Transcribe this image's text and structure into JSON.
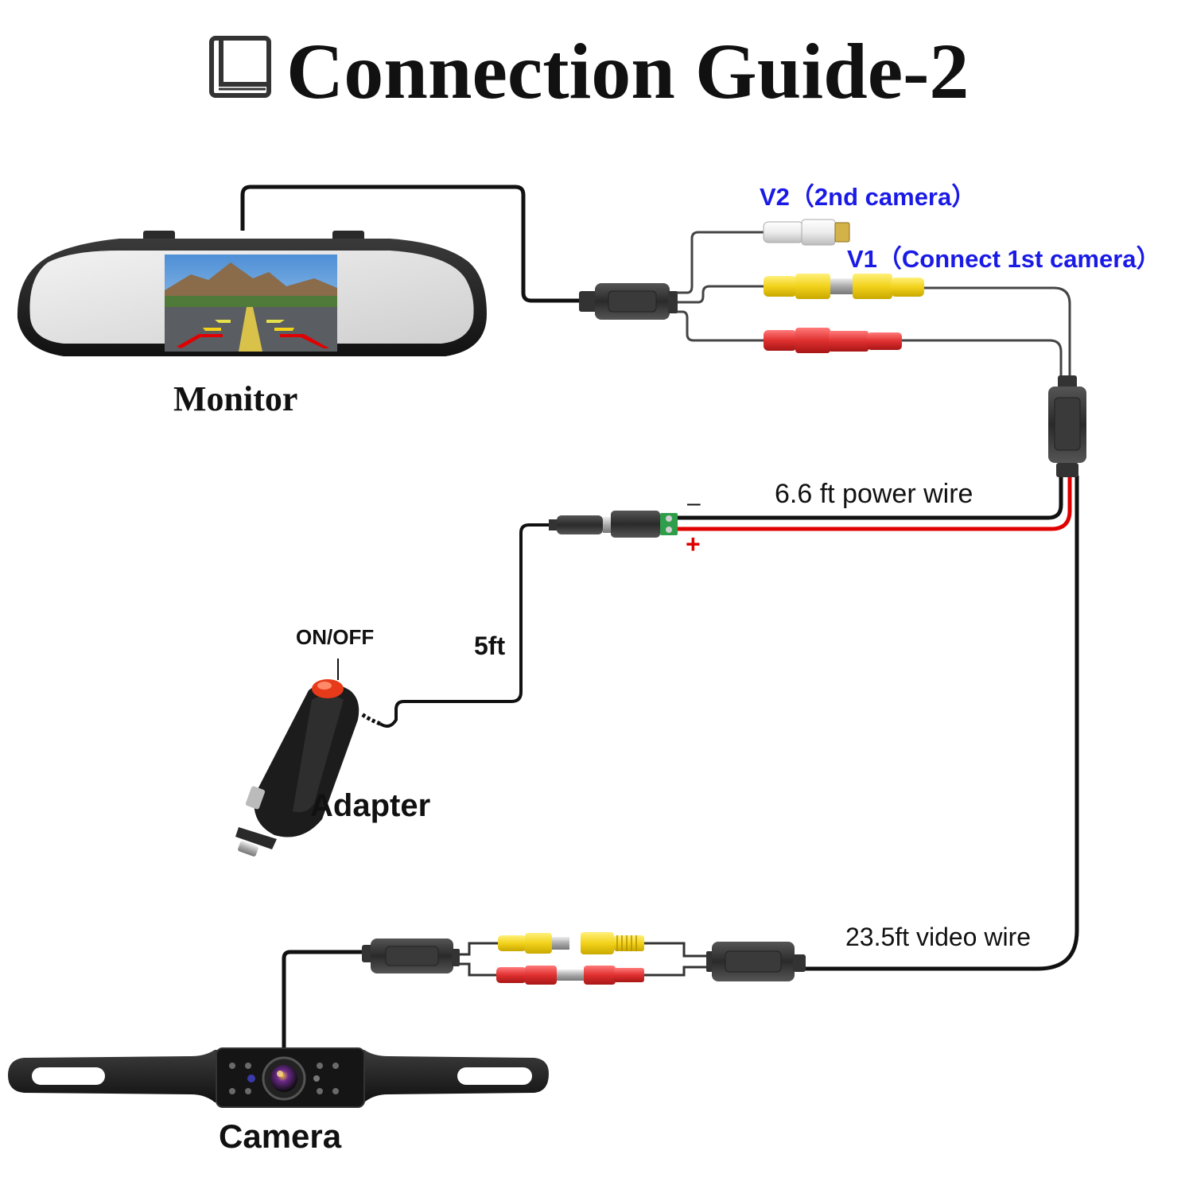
{
  "title": "Connection Guide-2",
  "labels": {
    "monitor": "Monitor",
    "v2": "V2（2nd camera）",
    "v1": "V1（Connect 1st camera）",
    "power_wire": "6.6 ft power wire",
    "minus": "–",
    "plus": "+",
    "on_off": "ON/OFF",
    "adapter_cable": "5ft",
    "adapter": "Adapter",
    "video_wire": "23.5ft video wire",
    "camera": "Camera"
  },
  "icons": {
    "title_icon": "book-icon"
  },
  "colors": {
    "label_blue": "#1a1ae6",
    "wire_red": "#e00000",
    "rca_yellow": "#f2d21b",
    "rca_red": "#e03030",
    "rca_white": "#efefef",
    "led_red": "#ff4a1c"
  }
}
